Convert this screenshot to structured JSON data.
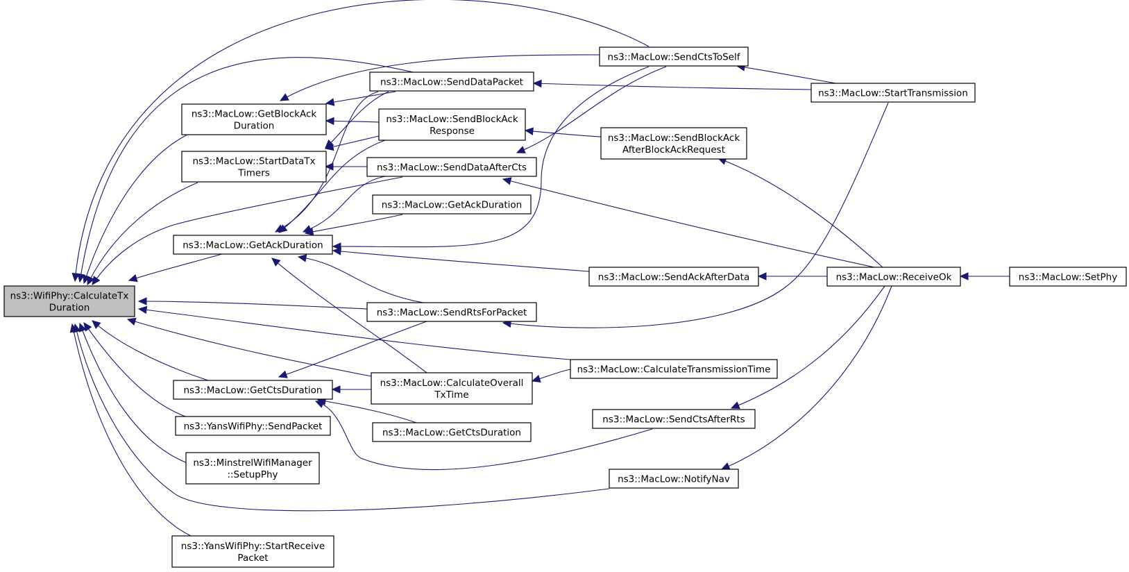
{
  "graph": {
    "edge_color": "#191970",
    "root_fill": "#bfbfbf",
    "node_fill": "#ffffff",
    "nodes": [
      {
        "id": "root",
        "lines": [
          "ns3::WifiPhy::CalculateTx",
          "Duration"
        ],
        "root": true
      },
      {
        "id": "getBlockAck",
        "lines": [
          "ns3::MacLow::GetBlockAck",
          "Duration"
        ]
      },
      {
        "id": "startDataTx",
        "lines": [
          "ns3::MacLow::StartDataTx",
          "Timers"
        ]
      },
      {
        "id": "getAckDur",
        "lines": [
          "ns3::MacLow::GetAckDuration"
        ]
      },
      {
        "id": "getCtsDur",
        "lines": [
          "ns3::MacLow::GetCtsDuration"
        ]
      },
      {
        "id": "yansSend",
        "lines": [
          "ns3::YansWifiPhy::SendPacket"
        ]
      },
      {
        "id": "minstrel",
        "lines": [
          "ns3::MinstrelWifiManager",
          "::SetupPhy"
        ]
      },
      {
        "id": "yansRecv",
        "lines": [
          "ns3::YansWifiPhy::StartReceive",
          "Packet"
        ]
      },
      {
        "id": "sendDataPacket",
        "lines": [
          "ns3::MacLow::SendDataPacket"
        ]
      },
      {
        "id": "sendBlockAckResp",
        "lines": [
          "ns3::MacLow::SendBlockAck",
          "Response"
        ]
      },
      {
        "id": "sendDataAfterCts",
        "lines": [
          "ns3::MacLow::SendDataAfterCts"
        ]
      },
      {
        "id": "getAckDur2",
        "lines": [
          "ns3::MacLow::GetAckDuration"
        ]
      },
      {
        "id": "sendRts",
        "lines": [
          "ns3::MacLow::SendRtsForPacket"
        ]
      },
      {
        "id": "calcOverall",
        "lines": [
          "ns3::MacLow::CalculateOverall",
          "TxTime"
        ]
      },
      {
        "id": "getCtsDur2",
        "lines": [
          "ns3::MacLow::GetCtsDuration"
        ]
      },
      {
        "id": "sendCtsToSelf",
        "lines": [
          "ns3::MacLow::SendCtsToSelf"
        ]
      },
      {
        "id": "sendBlockAckAfter",
        "lines": [
          "ns3::MacLow::SendBlockAck",
          "AfterBlockAckRequest"
        ]
      },
      {
        "id": "sendAckAfterData",
        "lines": [
          "ns3::MacLow::SendAckAfterData"
        ]
      },
      {
        "id": "calcTransTime",
        "lines": [
          "ns3::MacLow::CalculateTransmissionTime"
        ]
      },
      {
        "id": "sendCtsAfterRts",
        "lines": [
          "ns3::MacLow::SendCtsAfterRts"
        ]
      },
      {
        "id": "notifyNav",
        "lines": [
          "ns3::MacLow::NotifyNav"
        ]
      },
      {
        "id": "startTransmission",
        "lines": [
          "ns3::MacLow::StartTransmission"
        ]
      },
      {
        "id": "receiveOk",
        "lines": [
          "ns3::MacLow::ReceiveOk"
        ]
      },
      {
        "id": "setPhy",
        "lines": [
          "ns3::MacLow::SetPhy"
        ]
      }
    ]
  }
}
